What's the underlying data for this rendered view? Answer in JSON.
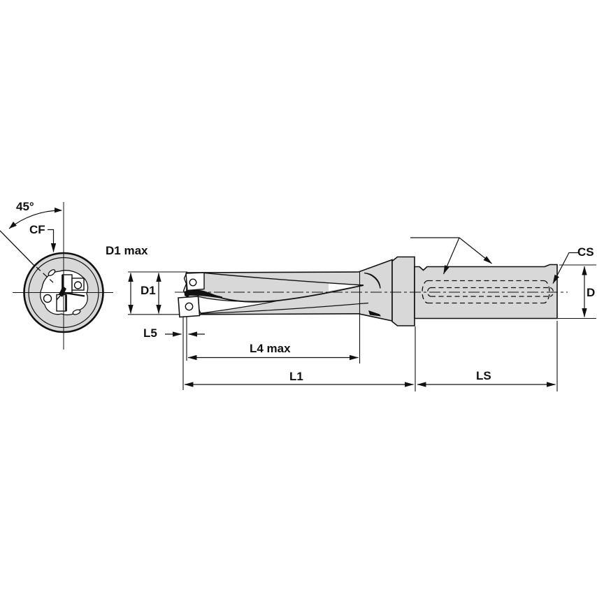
{
  "drawing": {
    "description": "Indexable insert drill — dimensional line drawing with front view and side view",
    "front_view": {
      "angle_label": "45°",
      "coolant_flat_label": "CF"
    },
    "side_view": {
      "dim_d1_max": "D1 max",
      "dim_d1": "D1",
      "dim_l5": "L5",
      "dim_l4_max": "L4 max",
      "dim_l1": "L1",
      "dim_ls": "LS",
      "dim_cs": "CS",
      "dim_d": "D"
    }
  },
  "colors": {
    "line": "#111111",
    "body-fill": "#d8d8d8",
    "insert-fill": "#ffffff",
    "background": "#ffffff"
  }
}
